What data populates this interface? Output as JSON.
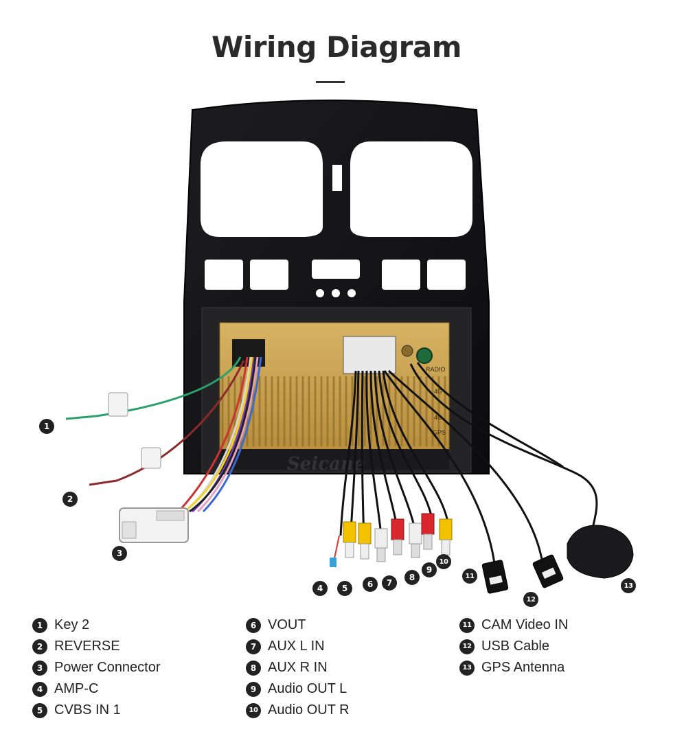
{
  "title": "Wiring Diagram",
  "brand_watermark": "Seicane",
  "port_labels": {
    "radio": "RADIO",
    "lte_1": "4G",
    "lte_2": "4G",
    "gps": "GPS"
  },
  "callouts": [
    "1",
    "2",
    "3",
    "4",
    "5",
    "6",
    "7",
    "8",
    "9",
    "10",
    "11",
    "12",
    "13"
  ],
  "legend": [
    {
      "num": "1",
      "label": "Key 2"
    },
    {
      "num": "2",
      "label": "REVERSE"
    },
    {
      "num": "3",
      "label": "Power Connector"
    },
    {
      "num": "4",
      "label": "AMP-C"
    },
    {
      "num": "5",
      "label": "CVBS IN 1"
    },
    {
      "num": "6",
      "label": "VOUT"
    },
    {
      "num": "7",
      "label": "AUX L IN"
    },
    {
      "num": "8",
      "label": "AUX R IN"
    },
    {
      "num": "9",
      "label": "Audio OUT L"
    },
    {
      "num": "10",
      "label": "Audio OUT R"
    },
    {
      "num": "11",
      "label": "CAM Video IN"
    },
    {
      "num": "12",
      "label": "USB Cable"
    },
    {
      "num": "13",
      "label": "GPS Antenna"
    }
  ],
  "colors": {
    "frame": "#141416",
    "chassis": "#c9a24c",
    "rca_yellow": "#f2c200",
    "rca_red": "#d8282e",
    "rca_white": "#eeeeee",
    "wire_green": "#2aa06a",
    "wire_red": "#8a2a2a"
  }
}
